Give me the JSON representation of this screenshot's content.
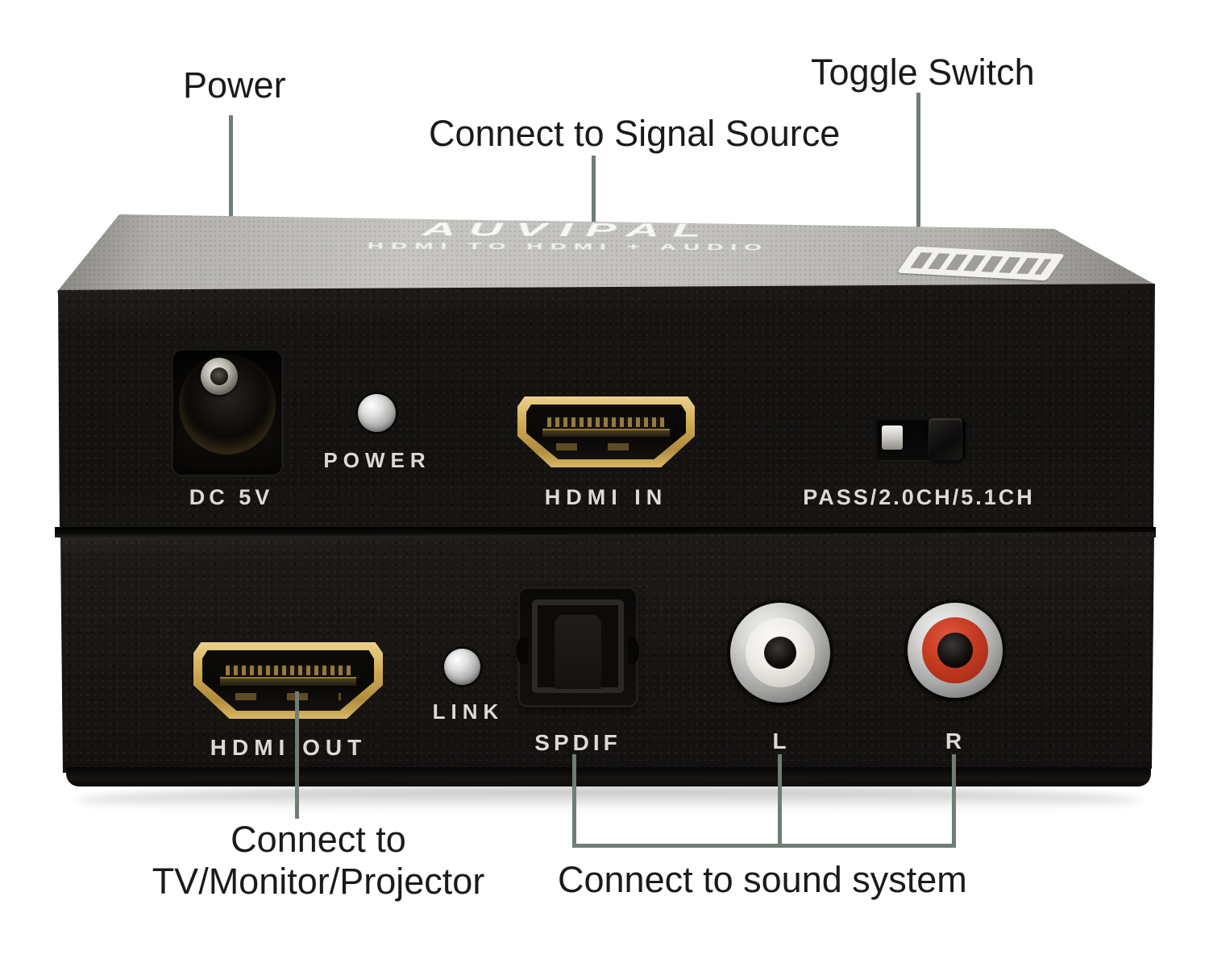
{
  "callouts": {
    "power": "Power",
    "signal_source": "Connect to Signal Source",
    "toggle_switch": "Toggle Switch",
    "tv_line1": "Connect to",
    "tv_line2": "TV/Monitor/Projector",
    "sound_system": "Connect to sound system"
  },
  "top_device": {
    "brand": "AUVIPAL",
    "brand_subtitle": "HDMI TO HDMI + AUDIO",
    "dc_jack_label": "DC 5V",
    "power_led_label": "POWER",
    "hdmi_in_label": "HDMI IN",
    "mode_switch_label": "PASS/2.0CH/5.1CH"
  },
  "bottom_device": {
    "hdmi_out_label": "HDMI OUT",
    "link_led_label": "LINK",
    "spdif_label": "SPDIF",
    "rca_left_label": "L",
    "rca_right_label": "R"
  },
  "colors": {
    "callout_line": "#6f7d75",
    "label_text": "#1a1a1a",
    "panel_text": "#dcdad6",
    "hdmi_gold": "#c9a24e",
    "rca_red": "#c63a22",
    "rca_white": "#eeebe6"
  }
}
